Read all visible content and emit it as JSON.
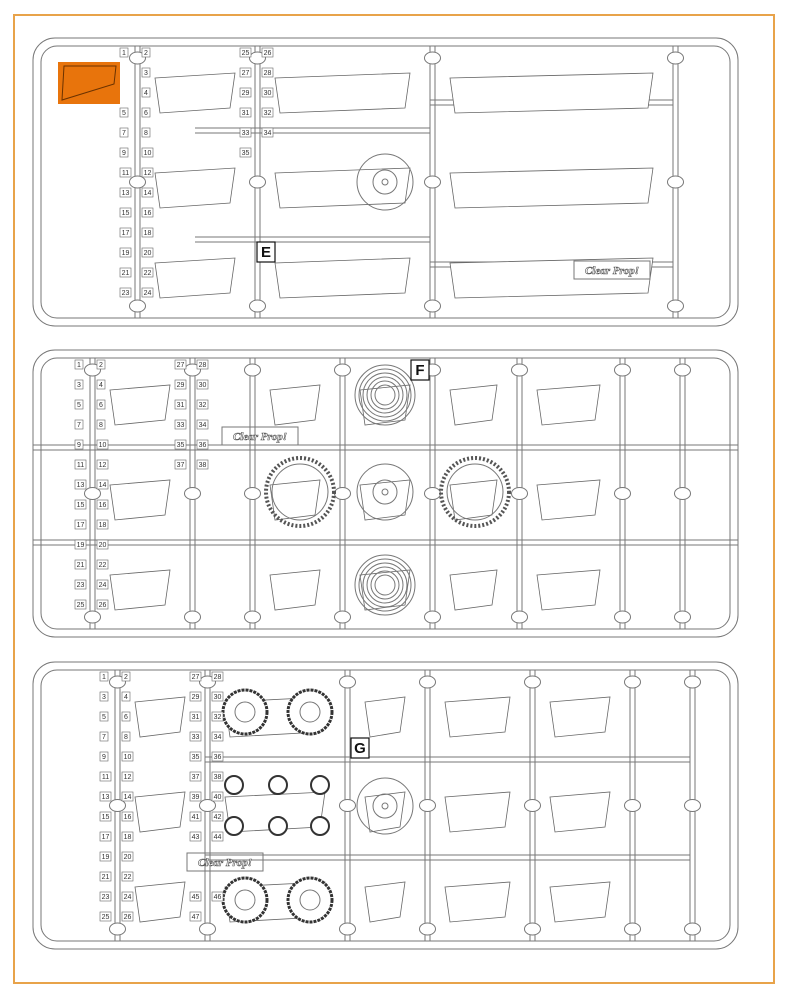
{
  "highlight_color": "#e8740c",
  "frame_color": "#e8a34a",
  "sprues": [
    {
      "letter": "E",
      "logo": "Clear Prop!",
      "parts": [
        "1",
        "2",
        "3",
        "4",
        "5",
        "6",
        "7",
        "8",
        "9",
        "10",
        "11",
        "12",
        "13",
        "14",
        "15",
        "16",
        "17",
        "18",
        "19",
        "20",
        "21",
        "22",
        "23",
        "24",
        "25",
        "26",
        "27",
        "28",
        "29",
        "30",
        "31",
        "32",
        "33",
        "34",
        "35"
      ]
    },
    {
      "letter": "F",
      "logo": "Clear Prop!",
      "parts": [
        "1",
        "2",
        "3",
        "4",
        "5",
        "6",
        "7",
        "8",
        "9",
        "10",
        "11",
        "12",
        "13",
        "14",
        "15",
        "16",
        "17",
        "18",
        "19",
        "20",
        "21",
        "22",
        "23",
        "24",
        "25",
        "26",
        "27",
        "28",
        "29",
        "30",
        "31",
        "32",
        "33",
        "34",
        "35",
        "36",
        "37",
        "38"
      ]
    },
    {
      "letter": "G",
      "logo": "Clear Prop!",
      "parts": [
        "1",
        "2",
        "3",
        "4",
        "5",
        "6",
        "7",
        "8",
        "9",
        "10",
        "11",
        "12",
        "13",
        "14",
        "15",
        "16",
        "17",
        "18",
        "19",
        "20",
        "21",
        "22",
        "23",
        "24",
        "25",
        "26",
        "27",
        "28",
        "29",
        "30",
        "31",
        "32",
        "33",
        "34",
        "35",
        "36",
        "37",
        "38",
        "39",
        "40",
        "41",
        "42",
        "43",
        "44",
        "45",
        "46",
        "47"
      ]
    }
  ]
}
